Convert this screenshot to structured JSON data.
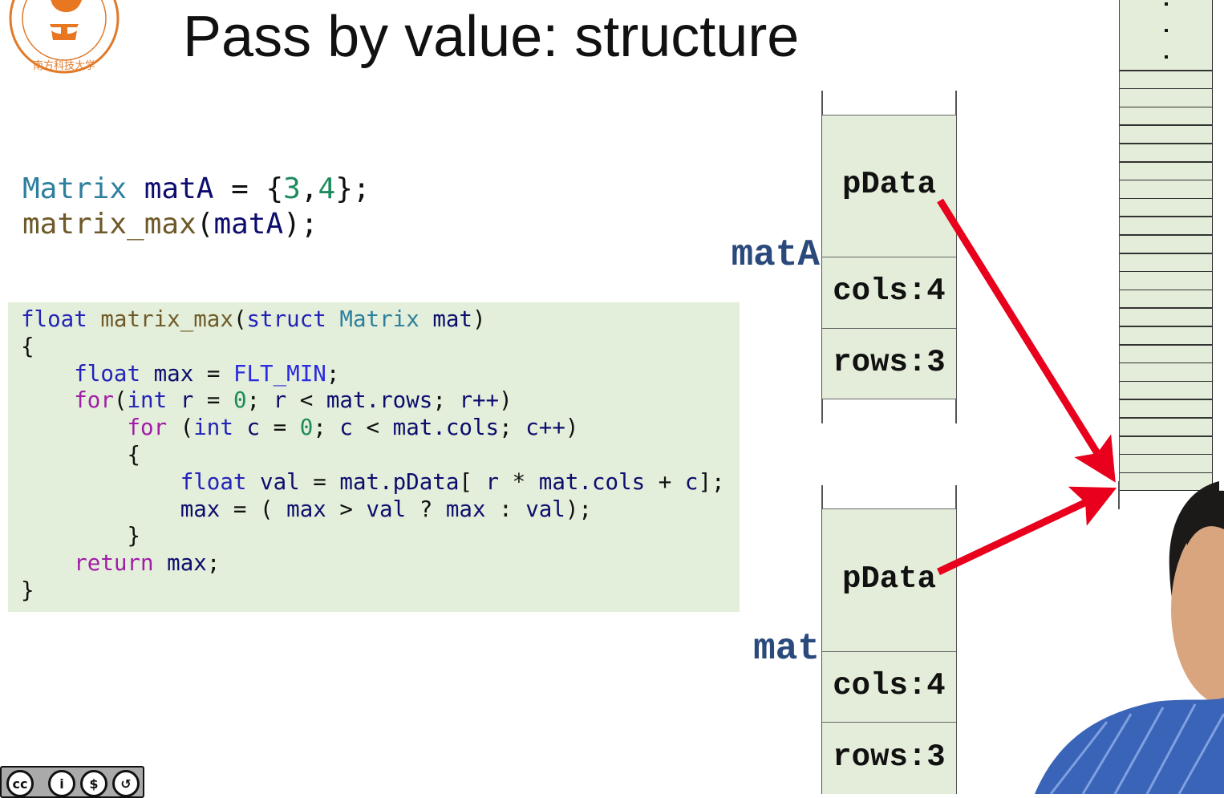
{
  "slide": {
    "title": "Pass by value: structure",
    "logo_text": "SOUTHERN UNIVERSITY OF SCIENCE AND TECHNOLOGY 南方科技大学"
  },
  "call_code": [
    [
      [
        "ty",
        "Matrix"
      ],
      [
        "pl",
        " "
      ],
      [
        "id",
        "matA"
      ],
      [
        "pl",
        " = {"
      ],
      [
        "num",
        "3"
      ],
      [
        "pl",
        ","
      ],
      [
        "num",
        "4"
      ],
      [
        "pl",
        "};"
      ]
    ],
    [
      [
        "fn",
        "matrix_max"
      ],
      [
        "pl",
        "("
      ],
      [
        "id",
        "matA"
      ],
      [
        "pl",
        ");"
      ]
    ]
  ],
  "function_code": [
    [
      [
        "kw",
        "float"
      ],
      [
        "pl",
        " "
      ],
      [
        "fn",
        "matrix_max"
      ],
      [
        "pl",
        "("
      ],
      [
        "kw",
        "struct"
      ],
      [
        "pl",
        " "
      ],
      [
        "ty",
        "Matrix"
      ],
      [
        "pl",
        " "
      ],
      [
        "id",
        "mat"
      ],
      [
        "pl",
        ")"
      ]
    ],
    [
      [
        "pl",
        "{"
      ]
    ],
    [
      [
        "pl",
        "    "
      ],
      [
        "kw",
        "float"
      ],
      [
        "pl",
        " "
      ],
      [
        "id",
        "max"
      ],
      [
        "pl",
        " = "
      ],
      [
        "mac",
        "FLT_MIN"
      ],
      [
        "pl",
        ";"
      ]
    ],
    [
      [
        "pl",
        "    "
      ],
      [
        "ctl",
        "for"
      ],
      [
        "pl",
        "("
      ],
      [
        "kw",
        "int"
      ],
      [
        "pl",
        " "
      ],
      [
        "id",
        "r"
      ],
      [
        "pl",
        " = "
      ],
      [
        "num",
        "0"
      ],
      [
        "pl",
        "; "
      ],
      [
        "id",
        "r"
      ],
      [
        "pl",
        " < "
      ],
      [
        "id",
        "mat.rows"
      ],
      [
        "pl",
        "; "
      ],
      [
        "id",
        "r++"
      ],
      [
        "pl",
        ")"
      ]
    ],
    [
      [
        "pl",
        "        "
      ],
      [
        "ctl",
        "for"
      ],
      [
        "pl",
        " ("
      ],
      [
        "kw",
        "int"
      ],
      [
        "pl",
        " "
      ],
      [
        "id",
        "c"
      ],
      [
        "pl",
        " = "
      ],
      [
        "num",
        "0"
      ],
      [
        "pl",
        "; "
      ],
      [
        "id",
        "c"
      ],
      [
        "pl",
        " < "
      ],
      [
        "id",
        "mat.cols"
      ],
      [
        "pl",
        "; "
      ],
      [
        "id",
        "c++"
      ],
      [
        "pl",
        ")"
      ]
    ],
    [
      [
        "pl",
        "        {"
      ]
    ],
    [
      [
        "pl",
        "            "
      ],
      [
        "kw",
        "float"
      ],
      [
        "pl",
        " "
      ],
      [
        "id",
        "val"
      ],
      [
        "pl",
        " = "
      ],
      [
        "id",
        "mat.pData"
      ],
      [
        "pl",
        "[ "
      ],
      [
        "id",
        "r"
      ],
      [
        "pl",
        " * "
      ],
      [
        "id",
        "mat.cols"
      ],
      [
        "pl",
        " + "
      ],
      [
        "id",
        "c"
      ],
      [
        "pl",
        "];"
      ]
    ],
    [
      [
        "pl",
        "            "
      ],
      [
        "id",
        "max"
      ],
      [
        "pl",
        " = ( "
      ],
      [
        "id",
        "max"
      ],
      [
        "pl",
        " > "
      ],
      [
        "id",
        "val"
      ],
      [
        "pl",
        " ? "
      ],
      [
        "id",
        "max"
      ],
      [
        "pl",
        " : "
      ],
      [
        "id",
        "val"
      ],
      [
        "pl",
        ");"
      ]
    ],
    [
      [
        "pl",
        "        }"
      ]
    ],
    [
      [
        "pl",
        "    "
      ],
      [
        "ctl",
        "return"
      ],
      [
        "pl",
        " "
      ],
      [
        "id",
        "max"
      ],
      [
        "pl",
        ";"
      ]
    ],
    [
      [
        "pl",
        "}"
      ]
    ]
  ],
  "diagram": {
    "matA": {
      "label": "matA",
      "fields": [
        "pData",
        "cols:4",
        "rows:3"
      ]
    },
    "mat": {
      "label": "mat",
      "fields": [
        "pData",
        "cols:4",
        "rows:3"
      ]
    },
    "memory_ellipsis": "⋮",
    "arrow_color": "#e8001c"
  },
  "license": {
    "icons": [
      "cc",
      "by",
      "nc",
      "sa"
    ],
    "labels": [
      "cc",
      "i",
      "$",
      "↺"
    ]
  }
}
